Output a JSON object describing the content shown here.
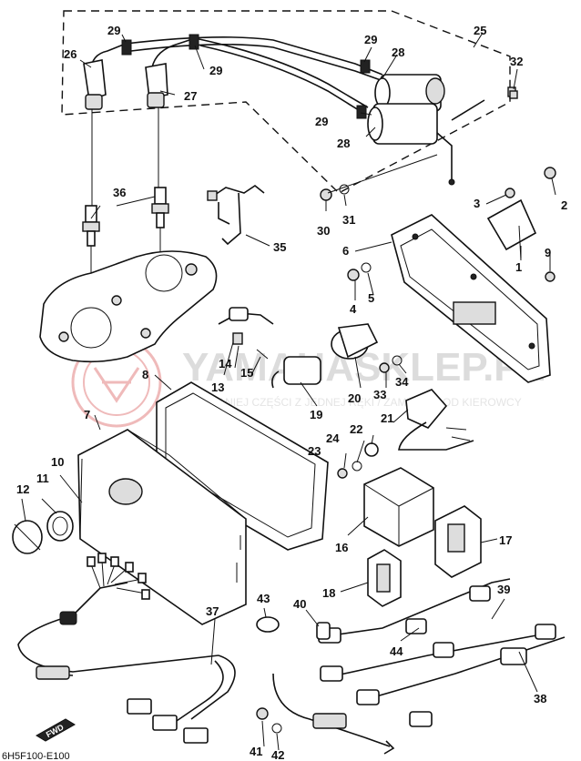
{
  "watermark": {
    "brand": "YAMAHASKLEP.PL",
    "tagline": "NAJTANIEJ CZĘŚCI Z JEDNEJ RĘKI / ZAMAWIAJ OD KIEROWCY",
    "colors": {
      "logo": "#e9a3a3",
      "text": "#d6d6d6"
    }
  },
  "diagram_code": "6H5F100-E100",
  "part_numbers": [
    "1",
    "2",
    "3",
    "4",
    "5",
    "6",
    "7",
    "8",
    "9",
    "10",
    "11",
    "12",
    "13",
    "14",
    "15",
    "16",
    "17",
    "18",
    "19",
    "20",
    "21",
    "22",
    "23",
    "24",
    "25",
    "26",
    "27",
    "28",
    "29",
    "30",
    "31",
    "32",
    "33",
    "34",
    "35",
    "36",
    "37",
    "38",
    "39",
    "40",
    "41",
    "42",
    "43",
    "44"
  ],
  "labels": {
    "n1": "1",
    "n2": "2",
    "n3": "3",
    "n4": "4",
    "n5": "5",
    "n6": "6",
    "n7": "7",
    "n8": "8",
    "n9": "9",
    "n10": "10",
    "n11": "11",
    "n12": "12",
    "n13": "13",
    "n14": "14",
    "n15": "15",
    "n16": "16",
    "n17": "17",
    "n18": "18",
    "n19": "19",
    "n20": "20",
    "n21": "21",
    "n22": "22",
    "n23": "23",
    "n24": "24",
    "n25": "25",
    "n26": "26",
    "n27": "27",
    "n28a": "28",
    "n28b": "28",
    "n29a": "29",
    "n29b": "29",
    "n29c": "29",
    "n29d": "29",
    "n30": "30",
    "n31": "31",
    "n32": "32",
    "n33": "33",
    "n34": "34",
    "n35": "35",
    "n36": "36",
    "n37": "37",
    "n38": "38",
    "n39": "39",
    "n40": "40",
    "n41": "41",
    "n42": "42",
    "n43": "43",
    "n44": "44"
  },
  "fwd_badge": "FWD"
}
